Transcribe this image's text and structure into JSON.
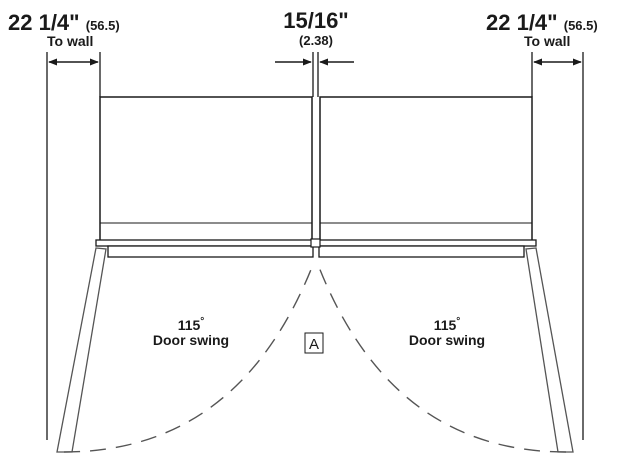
{
  "left_clearance": {
    "value": "22 1/4\"",
    "metric": "(56.5)",
    "note": "To wall"
  },
  "center_gap": {
    "value": "15/16\"",
    "metric": "(2.38)"
  },
  "right_clearance": {
    "value": "22 1/4\"",
    "metric": "(56.5)",
    "note": "To wall"
  },
  "left_swing": {
    "angle": "115",
    "degree_mark": "°",
    "label": "Door swing"
  },
  "right_swing": {
    "angle": "115",
    "degree_mark": "°",
    "label": "Door swing"
  },
  "callout": {
    "letter": "A"
  },
  "colors": {
    "line": "#1a1a1a",
    "fill": "#ffffff",
    "dash": "#555555"
  }
}
